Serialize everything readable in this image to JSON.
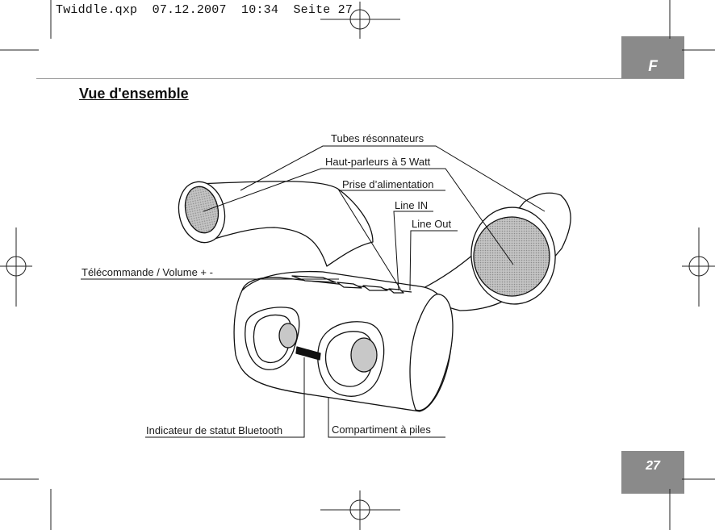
{
  "slug": {
    "filename": "Twiddle.qxp",
    "date": "07.12.2007",
    "time": "10:34",
    "page": "Seite 27"
  },
  "language_tab": "F",
  "page_number": "27",
  "heading": "Vue d'ensemble",
  "callouts": {
    "tubes": "Tubes résonnateurs",
    "speakers": "Haut-parleurs à 5 Watt",
    "power": "Prise d’alimentation",
    "line_in": "Line IN",
    "line_out": "Line Out",
    "remote": "Télécommande / Volume + -",
    "bluetooth": "Indicateur de statut Bluetooth",
    "battery": "Compartiment à piles"
  }
}
